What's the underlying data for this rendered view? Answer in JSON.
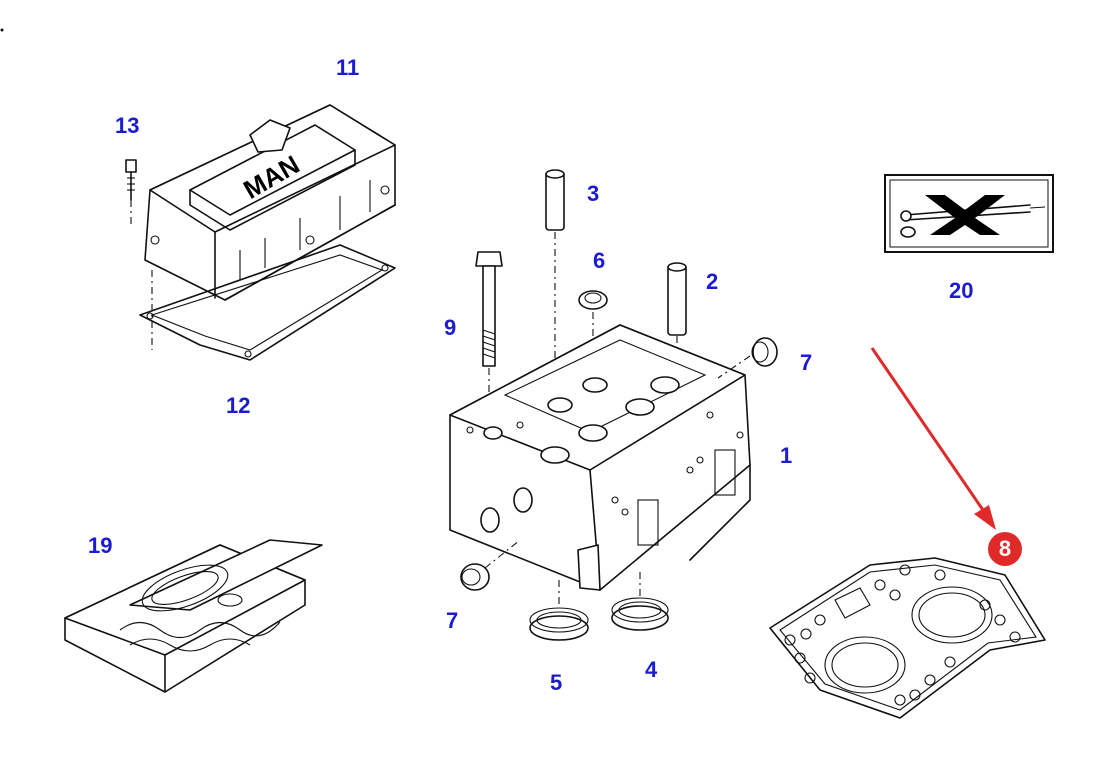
{
  "callouts": {
    "c1": "1",
    "c2": "2",
    "c3": "3",
    "c4": "4",
    "c5": "5",
    "c6": "6",
    "c7a": "7",
    "c7b": "7",
    "c9": "9",
    "c11": "11",
    "c12": "12",
    "c13": "13",
    "c19": "19",
    "c20": "20"
  },
  "highlight": {
    "label": "8",
    "color": "#e02a2a"
  },
  "callout_color": "#1b1bd0",
  "cover_logo": "MAN",
  "icons": [
    "arrow-icon",
    "tool-crossed-icon"
  ]
}
